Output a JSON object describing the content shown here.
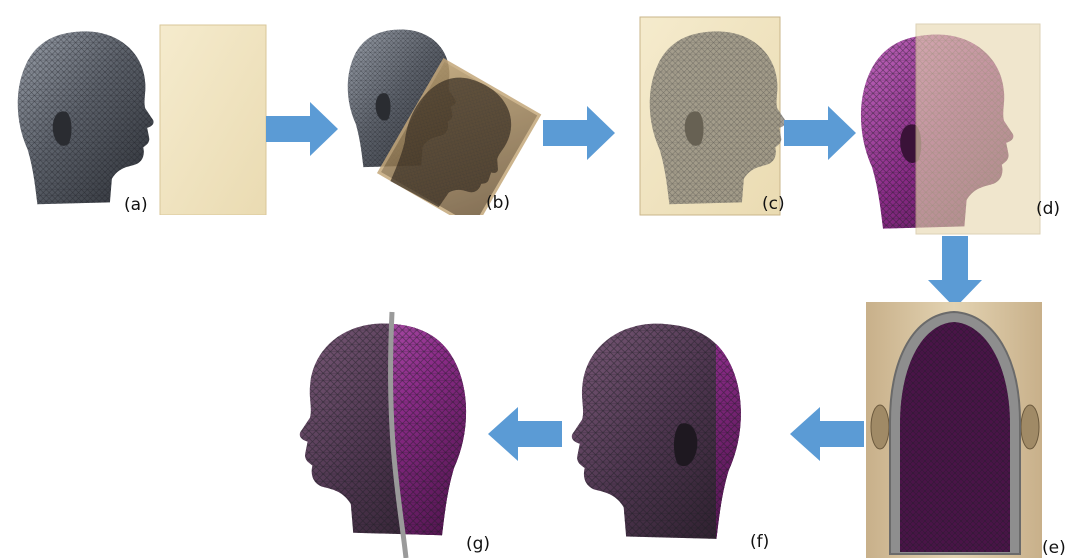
{
  "colors": {
    "arrow": "#5b9bd5",
    "mold": "#f2e6c4",
    "mold_edge": "#d9c79a",
    "head_gray": "#5a5e66",
    "head_magenta": "#8a2a86",
    "mesh": "#1b1d22"
  },
  "steps": [
    {
      "id": "a",
      "label": "(a)"
    },
    {
      "id": "b",
      "label": "(b)"
    },
    {
      "id": "c",
      "label": "(c)"
    },
    {
      "id": "d",
      "label": "(d)"
    },
    {
      "id": "e",
      "label": "(e)"
    },
    {
      "id": "f",
      "label": "(f)"
    },
    {
      "id": "g",
      "label": "(g)"
    }
  ]
}
